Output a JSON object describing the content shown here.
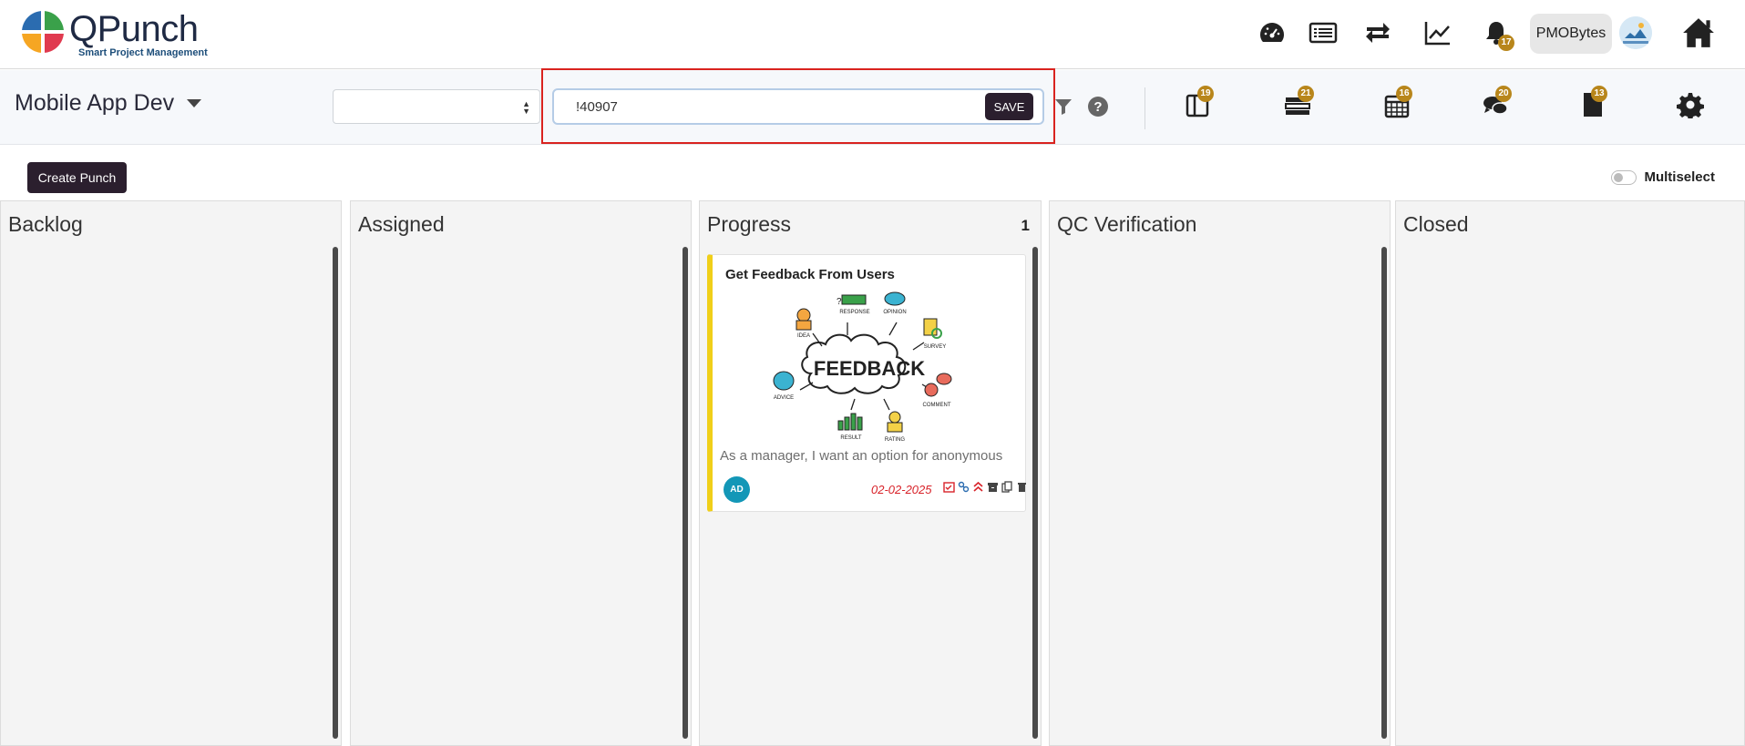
{
  "brand": {
    "name": "QPunch",
    "tagline": "Smart Project Management",
    "colors": [
      "#2b6cb0",
      "#f6a623",
      "#e03a4f",
      "#3aa14a"
    ]
  },
  "topbar": {
    "icons": [
      "dashboard-icon",
      "list-icon",
      "sync-icon",
      "chart-icon",
      "bell-icon",
      "avatar",
      "home-icon"
    ],
    "notification_count": "17",
    "user_label": "PMOBytes"
  },
  "subbar": {
    "project_name": "Mobile App Dev",
    "select_value": "",
    "search_value": "!40907",
    "save_label": "SAVE",
    "help_glyph": "?",
    "icon_badges": [
      {
        "icon": "board-icon",
        "count": "19"
      },
      {
        "icon": "stack-icon",
        "count": "21"
      },
      {
        "icon": "calendar-icon",
        "count": "16"
      },
      {
        "icon": "chat-icon",
        "count": "20"
      },
      {
        "icon": "document-icon",
        "count": "13"
      }
    ]
  },
  "actions": {
    "create_label": "Create Punch",
    "multiselect_label": "Multiselect"
  },
  "board": {
    "columns": [
      {
        "title": "Backlog",
        "count": ""
      },
      {
        "title": "Assigned",
        "count": ""
      },
      {
        "title": "Progress",
        "count": "1"
      },
      {
        "title": "QC Verification",
        "count": ""
      },
      {
        "title": "Closed",
        "count": ""
      }
    ],
    "card": {
      "title": "Get Feedback From Users",
      "description": "As a manager, I want an option for anonymous",
      "assignee_initials": "AD",
      "due_date": "02-02-2025",
      "image_labels": [
        "FEEDBACK",
        "IDEA",
        "RESPONSE",
        "OPINION",
        "SURVEY",
        "ADVICE",
        "COMMENT",
        "RESULT",
        "RATING"
      ],
      "accent": "#f0cf19"
    }
  }
}
